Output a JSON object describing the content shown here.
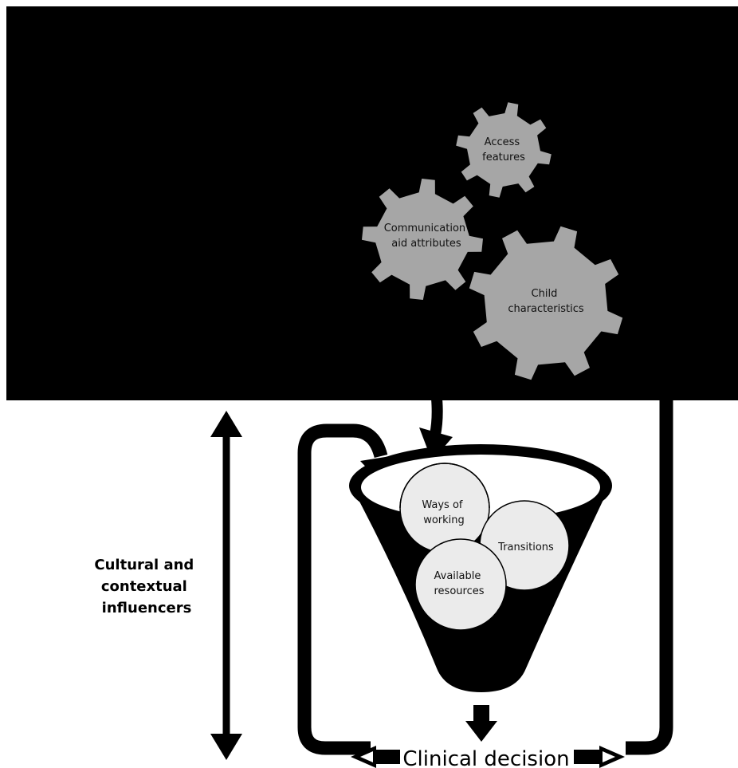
{
  "colors": {
    "background_panel": "#000000",
    "gear_fill": "#a6a6a6",
    "circle_fill": "#ebebeb",
    "funnel": "#000000"
  },
  "gears": {
    "access": [
      "Access",
      "features"
    ],
    "communication": [
      "Communication",
      "aid attributes"
    ],
    "child": [
      "Child",
      "characteristics"
    ]
  },
  "funnel_items": {
    "ways": [
      "Ways of",
      "working"
    ],
    "transitions": [
      "Transitions"
    ],
    "resources": [
      "Available",
      "resources"
    ]
  },
  "influencers": [
    "Cultural and",
    "contextual",
    "influencers"
  ],
  "decision": "Clinical decision"
}
